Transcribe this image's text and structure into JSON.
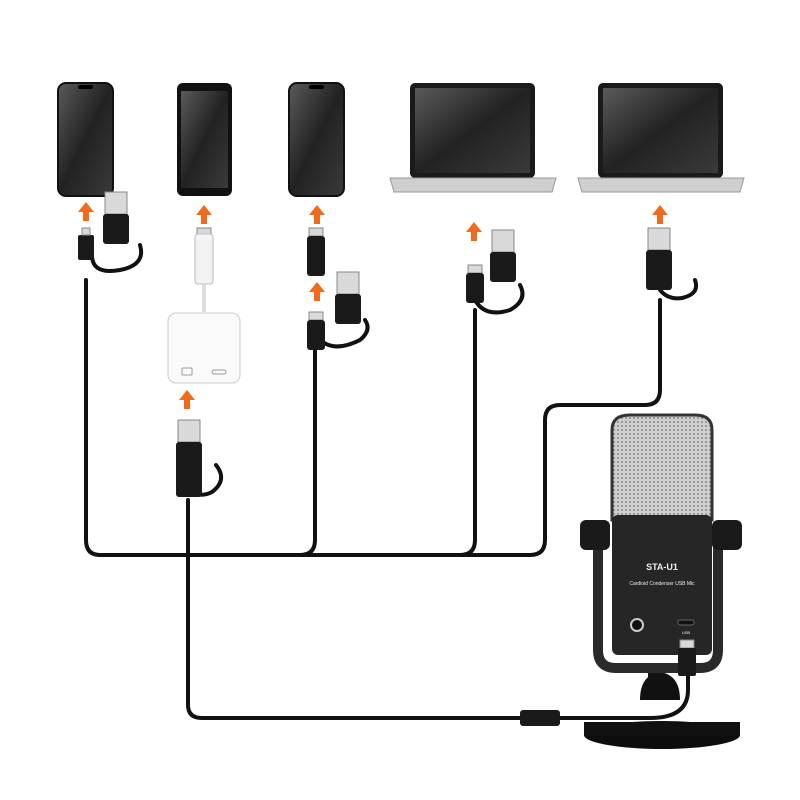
{
  "microphone": {
    "model": "STA-U1",
    "description": "Cardioid Condenser USB Mic",
    "port_label": "USB"
  },
  "colors": {
    "arrow": "#f26a1b",
    "cable": "#111111",
    "device": "#2b2b2b"
  }
}
